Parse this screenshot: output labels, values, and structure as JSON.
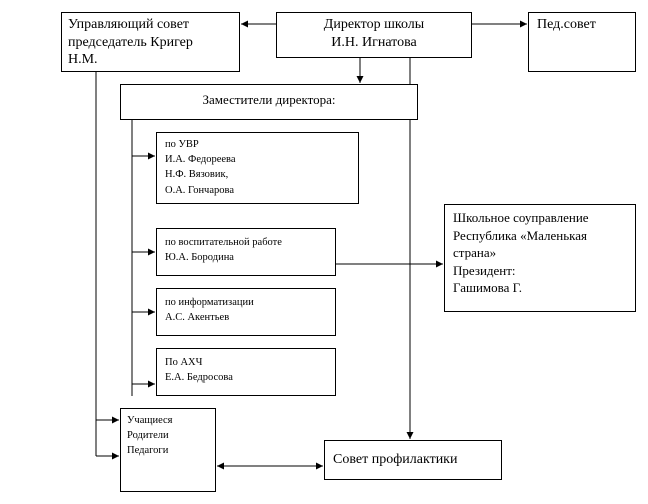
{
  "council": {
    "lines": [
      "Управляющий совет",
      "председатель Кригер",
      "Н.М."
    ]
  },
  "director": {
    "lines": [
      "Директор школы",
      "И.Н. Игнатова"
    ]
  },
  "pedsovet": {
    "label": "Пед.совет"
  },
  "deputies": {
    "label": "Заместители директора:",
    "groups": [
      {
        "lines": [
          "по УВР",
          "И.А. Федореева",
          "Н.Ф. Вязовик,",
          "О.А. Гончарова"
        ]
      },
      {
        "lines": [
          "по воспитательной работе",
          "Ю.А. Бородина"
        ]
      },
      {
        "lines": [
          "по информатизации",
          "А.С. Акентьев"
        ]
      },
      {
        "lines": [
          "По АХЧ",
          "Е.А. Бедросова"
        ]
      }
    ]
  },
  "school_government": {
    "lines": [
      "Школьное соуправление",
      "Республика «Маленькая",
      "страна»",
      "Президент:",
      "Гашимова Г."
    ]
  },
  "members": {
    "lines": [
      "Учащиеся",
      "Родители",
      "Педагоги"
    ]
  },
  "prevention_council": {
    "label": "Совет профилактики"
  },
  "colors": {
    "line": "#000000",
    "background": "#ffffff"
  }
}
